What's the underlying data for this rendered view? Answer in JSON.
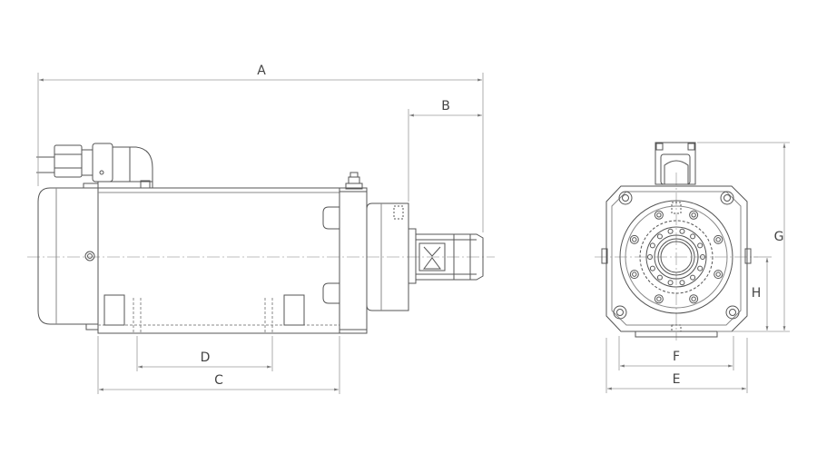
{
  "dimensions": {
    "a": "A",
    "b": "B",
    "c": "C",
    "d": "D",
    "e": "E",
    "f": "F",
    "g": "G",
    "h": "H"
  },
  "colors": {
    "line": "#555555",
    "light_line": "#9a9a9a",
    "centerline": "#aaaaaa"
  }
}
